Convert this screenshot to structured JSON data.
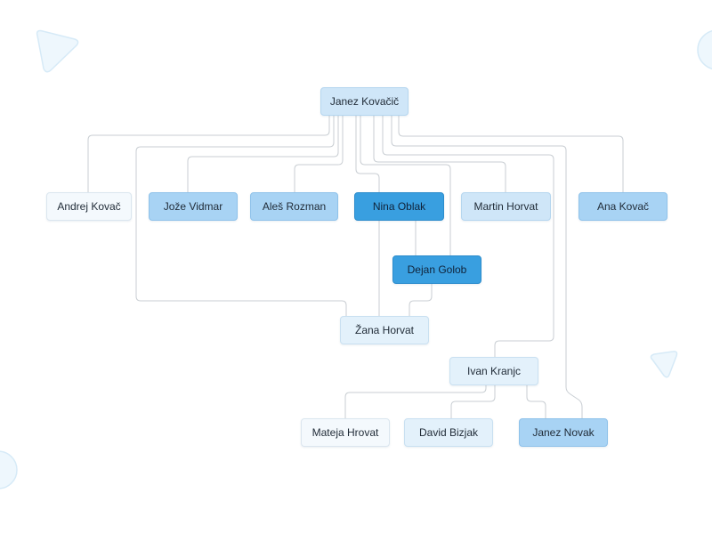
{
  "diagram": {
    "nodes": [
      {
        "id": "root",
        "label": "Janez Kovačič",
        "shade": 2
      },
      {
        "id": "andrej",
        "label": "Andrej Kovač",
        "shade": 0
      },
      {
        "id": "joze",
        "label": "Jože Vidmar",
        "shade": 3
      },
      {
        "id": "ales",
        "label": "Aleš Rozman",
        "shade": 3
      },
      {
        "id": "nina",
        "label": "Nina Oblak",
        "shade": 4
      },
      {
        "id": "martin",
        "label": "Martin Horvat",
        "shade": 2
      },
      {
        "id": "ana",
        "label": "Ana Kovač",
        "shade": 3
      },
      {
        "id": "dejan",
        "label": "Dejan Golob",
        "shade": 4
      },
      {
        "id": "zana",
        "label": "Žana Horvat",
        "shade": 1
      },
      {
        "id": "ivan",
        "label": "Ivan Kranjc",
        "shade": 1
      },
      {
        "id": "mateja",
        "label": "Mateja Hrovat",
        "shade": 0
      },
      {
        "id": "david",
        "label": "David Bizjak",
        "shade": 1
      },
      {
        "id": "janezn",
        "label": "Janez Novak",
        "shade": 3
      }
    ],
    "edges": [
      {
        "from": "root",
        "to": "andrej"
      },
      {
        "from": "root",
        "to": "joze"
      },
      {
        "from": "root",
        "to": "ales"
      },
      {
        "from": "root",
        "to": "nina"
      },
      {
        "from": "root",
        "to": "martin"
      },
      {
        "from": "root",
        "to": "ana"
      },
      {
        "from": "root",
        "to": "dejan"
      },
      {
        "from": "root",
        "to": "zana"
      },
      {
        "from": "root",
        "to": "ivan"
      },
      {
        "from": "root",
        "to": "janezn"
      },
      {
        "from": "nina",
        "to": "dejan"
      },
      {
        "from": "nina",
        "to": "zana"
      },
      {
        "from": "dejan",
        "to": "zana"
      },
      {
        "from": "ivan",
        "to": "mateja"
      },
      {
        "from": "ivan",
        "to": "david"
      },
      {
        "from": "ivan",
        "to": "janezn"
      }
    ],
    "colors": {
      "edge": "#c9ced3",
      "decor_fill": "#eef7fd",
      "decor_stroke": "#d6eaf7"
    }
  }
}
